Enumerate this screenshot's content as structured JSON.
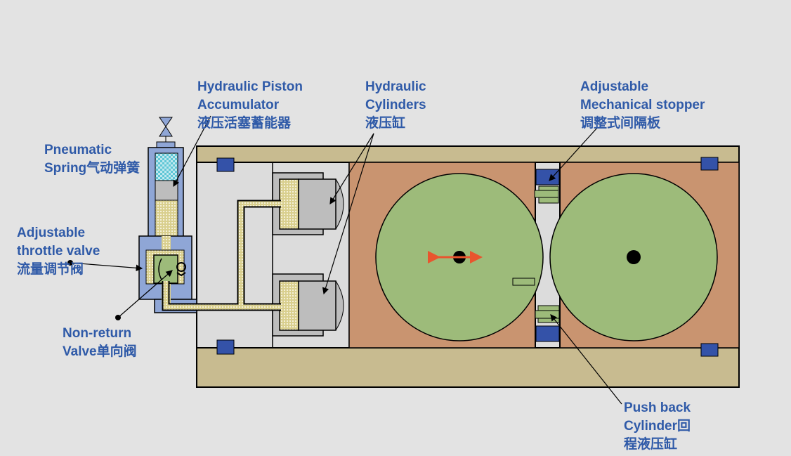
{
  "labels": {
    "accumulator": [
      "Hydraulic Piston",
      "Accumulator",
      "液压活塞蓄能器"
    ],
    "cylinders": [
      "Hydraulic",
      "Cylinders",
      "液压缸"
    ],
    "stopper": [
      "Adjustable",
      "Mechanical stopper",
      "调整式间隔板"
    ],
    "pneumatic": [
      "Pneumatic",
      "Spring气动弹簧"
    ],
    "throttle": [
      "Adjustable",
      "throttle valve",
      "流量调节阀"
    ],
    "nonreturn": [
      "Non-return",
      "Valve单向阀"
    ],
    "pushback": [
      "Push back",
      "Cylinder回",
      "程液压缸"
    ]
  },
  "colors": {
    "label": "#2f5aa8",
    "frame": "#c8bb90",
    "roll_housing": "#c99470",
    "roll": "#9dbb7a",
    "blue_block": "#3452a8",
    "accumulator_body": "#8fa6d6",
    "arrow": "#e8552e"
  }
}
